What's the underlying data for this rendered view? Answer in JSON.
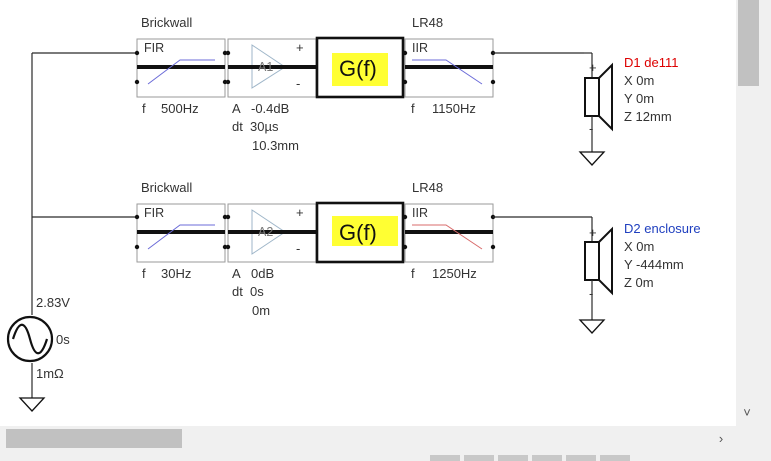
{
  "channels": [
    {
      "highpass": {
        "name": "Brickwall",
        "type": "FIR",
        "freq_label": "f",
        "freq": "500Hz"
      },
      "amp": {
        "id": "A1",
        "gain_label": "A",
        "gain": "-0.4dB",
        "delay_label": "dt",
        "delay": "30µs",
        "distance": "10.3mm",
        "plus": "+",
        "minus": "-"
      },
      "gf": "G(f)",
      "lowpass": {
        "name": "LR48",
        "type": "IIR",
        "freq_label": "f",
        "freq": "1150Hz"
      },
      "driver": {
        "name": "D1 de111",
        "name_color": "#dd0000",
        "x": "X 0m",
        "y": "Y 0m",
        "z": "Z 12mm",
        "plus": "+",
        "minus": "-"
      },
      "curve_color": "#6b6bd8"
    },
    {
      "highpass": {
        "name": "Brickwall",
        "type": "FIR",
        "freq_label": "f",
        "freq": "30Hz"
      },
      "amp": {
        "id": "A2",
        "gain_label": "A",
        "gain": "0dB",
        "delay_label": "dt",
        "delay": "0s",
        "distance": "0m",
        "plus": "+",
        "minus": "-"
      },
      "gf": "G(f)",
      "lowpass": {
        "name": "LR48",
        "type": "IIR",
        "freq_label": "f",
        "freq": "1250Hz"
      },
      "driver": {
        "name": "D2 enclosure",
        "name_color": "#1f3fbf",
        "x": "X 0m",
        "y": "Y -444mm",
        "z": "Z 0m",
        "plus": "+",
        "minus": "-"
      },
      "curve_color": "#d86b6b"
    }
  ],
  "source": {
    "voltage": "2.83V",
    "delay": "0s",
    "impedance": "1mΩ"
  },
  "highlight_color": "#ffff33",
  "scrollbar": {
    "down_icon": "chevron-down-icon",
    "right_icon": "chevron-right-icon",
    "down_glyph": "˅",
    "right_glyph": "›"
  }
}
